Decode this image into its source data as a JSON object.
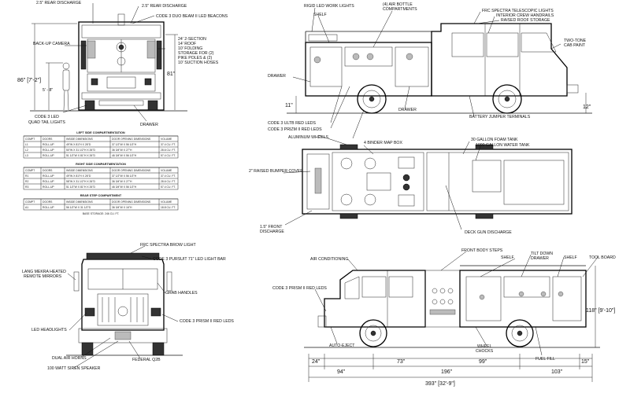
{
  "rear_view": {
    "labels": {
      "rear_discharge_left": "2.5\" REAR DISCHARGE",
      "rear_discharge_right": "2.5\" REAR DISCHARGE",
      "duo_beam": "CODE 3 DUO BEAM II LED BEACONS",
      "backup_camera": "BACK-UP CAMERA",
      "storage_lines": [
        "24' 2-SECTION",
        "14' ROOF",
        "10' FOLDING",
        "STORAGE FOR (2)",
        "PIKE POLES & (2)",
        "10' SUCTION HOSES"
      ],
      "tail_lights": [
        "CODE 3 LED",
        "QUAD TAIL LIGHTS"
      ],
      "drawer": "DRAWER",
      "dim_height": "86\" [7'-2\"]",
      "dim_person": "5' - 8\"",
      "dim_side": "81\""
    }
  },
  "left_side_view": {
    "labels": {
      "rigid_work_lights": "RIGID LED WORK LIGHTS",
      "shelf": "SHELF",
      "air_bottle": [
        "(4) AIR BOTTLE",
        "COMPARTMENTS"
      ],
      "telescopic": "FRC SPECTRA TELESCOPIC LIGHTS",
      "handrails": "INTERIOR CREW HANDRAILS",
      "roof_storage": "RAISED ROOF STORAGE",
      "two_tone": [
        "TWO-TONE",
        "CAB PAINT"
      ],
      "drawer_left": "DRAWER",
      "drawer_bottom": "DRAWER",
      "ultb": "CODE 3 ULTB RED LEDS",
      "prizm": "CODE 3 PRIZM II RED LEDS",
      "battery": "BATTERY JUMPER TERMINALS",
      "dim_11": "11\"",
      "dim_12": "12\""
    }
  },
  "top_view": {
    "labels": {
      "binder": "4 BINDER MAP BOX",
      "foam": "30 GALLON FOAM TANK",
      "water": "1000 GALLON WATER TANK",
      "bumper": "2\" RAISED BUMPER COVER",
      "front_discharge": [
        "1.5\" FRONT",
        "DISCHARGE"
      ],
      "deck_gun": "DECK GUN DISCHARGE",
      "wheels": "ALUMINUM WHEELS"
    }
  },
  "front_view": {
    "labels": {
      "brow": "FRC SPECTRA BROW LIGHT",
      "light_bar": "CODE 3 PURSUIT 71\" LED LIGHT BAR",
      "mirrors": [
        "LANG MEKRA HEATED",
        "REMOTE MIRRORS"
      ],
      "grab": "GRAB HANDLES",
      "prism": "CODE 3 PRISM II RED LEDS",
      "headlights": "LED HEADLIGHTS",
      "air_horns": "DUAL AIR HORNS",
      "siren": "100 WATT SIREN SPEAKER",
      "federal": "FEDERAL Q2B"
    }
  },
  "right_side_view": {
    "labels": {
      "ac": "AIR CONDITIONING",
      "steps": "FRONT BODY STEPS",
      "shelf1": "SHELF",
      "tilt": [
        "TILT DOWN",
        "DRAWER"
      ],
      "shelf2": "SHELF",
      "tool_board": "TOOL BOARD",
      "prism": [
        "CODE 3 PRISM II RED LEDS"
      ],
      "auto_eject": "AUTO-EJECT",
      "chocks": [
        "WHEEL",
        "CHOCKS"
      ],
      "fuel": "FUEL FILL",
      "dim_height": "118\" [9'-10\"]"
    },
    "dimensions": {
      "d24": "24\"",
      "d73": "73\"",
      "d99": "99\"",
      "d15": "15\"",
      "d94": "94\"",
      "d196": "196\"",
      "d103": "103\"",
      "d393": "393\" [32'-9\"]"
    }
  },
  "tables": {
    "headers": [
      "COMPT",
      "DOORS",
      "INSIDE DIMENSIONS",
      "DOOR OPENING DIMENSIONS",
      "VOLUME"
    ],
    "left": {
      "title": "LEFT SIDE COMPARTMENTATION",
      "rows": [
        [
          "L1",
          "ROLL-UP",
          "49\"W X 81\"H X 26\"D",
          "37 1/2\"W X 56 1/2\"H",
          "37.4 CU. FT."
        ],
        [
          "L2",
          "ROLL-UP",
          "50\"W X 31 1/2\"H X 26\"D",
          "36 3/4\"W X 27\"H",
          "28.6 CU. FT."
        ],
        [
          "L3",
          "ROLL-UP",
          "51 1/2\"W X 81\"H X 26\"D",
          "46 3/4\"W X 56 1/2\"H",
          "57.4 CU. FT."
        ]
      ]
    },
    "right": {
      "title": "RIGHT SIDE COMPARTMENTATION",
      "rows": [
        [
          "R1",
          "ROLL-UP",
          "49\"W X 81\"H X 26\"D",
          "37 1/2\"W X 56 1/2\"H",
          "37.4 CU. FT."
        ],
        [
          "R2",
          "ROLL-UP",
          "58\"W X 31 1/2\"H X 26\"D",
          "36 3/4\"W X 27\"H",
          "28.6 CU. FT."
        ],
        [
          "R3",
          "ROLL-UP",
          "51 1/2\"W X 81\"H X 26\"D",
          "46 3/4\"W X 56 1/2\"H",
          "57.4 CU. FT."
        ]
      ]
    },
    "rear": {
      "title": "REAR STEP COMPARTMENT",
      "rows": [
        [
          "A1",
          "ROLL-UP",
          "56 1/2\"W X 31 1/2\"D",
          "36 3/4\"W X 16\"H",
          "18.8 CU. FT."
        ]
      ]
    },
    "bulk_storage": "BASE STORAGE: 246 CU. FT."
  }
}
